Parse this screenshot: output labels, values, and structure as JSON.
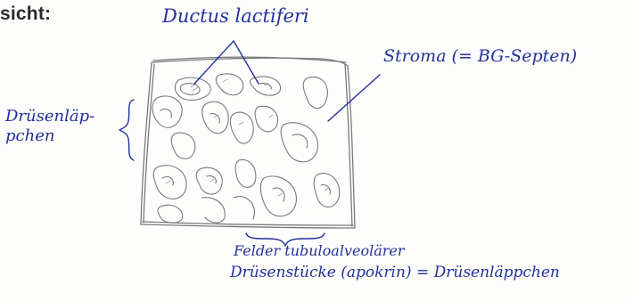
{
  "heading": "sicht:",
  "labels": {
    "ductus": "Ductus lactiferi",
    "stroma": "Stroma (= BG-Septen)",
    "druesen_line1": "Drüsenläp-",
    "druesen_line2": "pchen",
    "felder_line1": "Felder tubuloalveolärer",
    "felder_line2": "Drüsenstücke (apokrin) = Drüsenläppchen"
  },
  "colors": {
    "ink": "#23319a",
    "pencil": "#7a7a7a",
    "heading": "#2a2a2a",
    "paper": "#fdfdfc"
  }
}
